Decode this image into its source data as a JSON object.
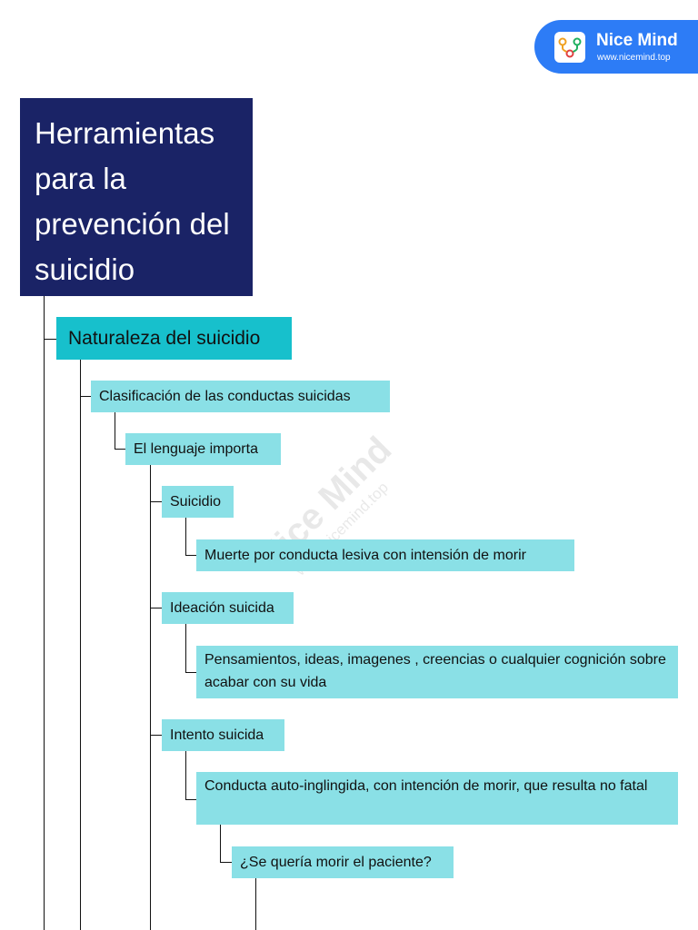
{
  "brand": {
    "name": "Nice Mind",
    "url": "www.nicemind.top",
    "accent": "#2d7cf6"
  },
  "watermark": {
    "name": "Nice Mind",
    "url": "www.nicemind.top"
  },
  "colors": {
    "root": "#1a2366",
    "level1": "#17c0cc",
    "leaf": "#8ae0e6"
  },
  "mindmap": {
    "root": "Herramientas para la prevención del suicidio",
    "level1": "Naturaleza del suicidio",
    "clasificacion": "Clasificación de las conductas suicidas",
    "lenguaje": "El lenguaje importa",
    "suicidio": "Suicidio",
    "suicidio_def": "Muerte por conducta lesiva con intensión de morir",
    "ideacion": "Ideación suicida",
    "ideacion_def": "Pensamientos, ideas, imagenes , creencias o cualquier cognición sobre acabar con su vida",
    "intento": "Intento suicida",
    "intento_def": "Conducta auto-inglingida, con intención de morir, que resulta no fatal",
    "pregunta": "¿Se quería morir el paciente?"
  }
}
